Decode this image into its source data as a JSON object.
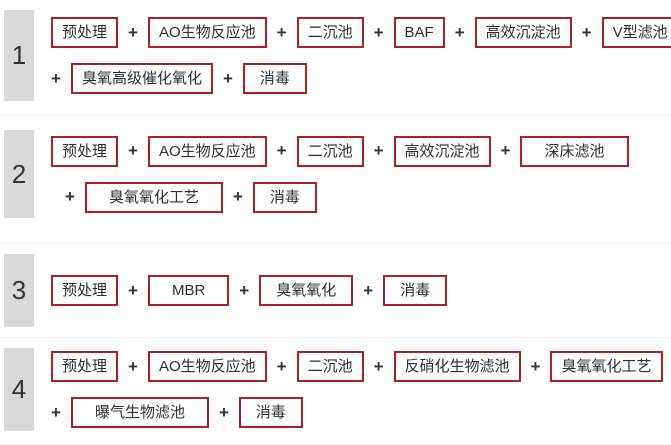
{
  "plus_sign": "+",
  "colors": {
    "box_border": "#b21e24",
    "number_block_bg": "#d9d9d9",
    "text": "#2e2e2e",
    "divider": "#f2efee",
    "background": "#ffffff"
  },
  "rows": [
    {
      "number": "1",
      "lines": [
        {
          "continuation": false,
          "indent": false,
          "steps": [
            {
              "label": "预处理",
              "pad": ""
            },
            {
              "label": "AO生物反应池",
              "pad": ""
            },
            {
              "label": "二沉池",
              "pad": ""
            },
            {
              "label": "BAF",
              "pad": ""
            },
            {
              "label": "高效沉淀池",
              "pad": ""
            },
            {
              "label": "V型滤池",
              "pad": ""
            }
          ]
        },
        {
          "continuation": true,
          "indent": false,
          "steps": [
            {
              "label": "臭氧高级催化氧化",
              "pad": ""
            },
            {
              "label": "消毒",
              "pad": "m"
            }
          ]
        }
      ]
    },
    {
      "number": "2",
      "lines": [
        {
          "continuation": false,
          "indent": false,
          "steps": [
            {
              "label": "预处理",
              "pad": ""
            },
            {
              "label": "AO生物反应池",
              "pad": ""
            },
            {
              "label": "二沉池",
              "pad": ""
            },
            {
              "label": "高效沉淀池",
              "pad": ""
            },
            {
              "label": "深床滤池",
              "pad": "l"
            }
          ]
        },
        {
          "continuation": true,
          "indent": true,
          "steps": [
            {
              "label": "臭氧氧化工艺",
              "pad": "l"
            },
            {
              "label": "消毒",
              "pad": "m"
            }
          ]
        }
      ]
    },
    {
      "number": "3",
      "lines": [
        {
          "continuation": false,
          "indent": false,
          "steps": [
            {
              "label": "预处理",
              "pad": ""
            },
            {
              "label": "MBR",
              "pad": "l"
            },
            {
              "label": "臭氧氧化",
              "pad": "m"
            },
            {
              "label": "消毒",
              "pad": "m"
            }
          ]
        }
      ]
    },
    {
      "number": "4",
      "lines": [
        {
          "continuation": false,
          "indent": false,
          "steps": [
            {
              "label": "预处理",
              "pad": ""
            },
            {
              "label": "AO生物反应池",
              "pad": ""
            },
            {
              "label": "二沉池",
              "pad": ""
            },
            {
              "label": "反硝化生物滤池",
              "pad": ""
            },
            {
              "label": "臭氧氧化工艺",
              "pad": ""
            }
          ]
        },
        {
          "continuation": true,
          "indent": false,
          "steps": [
            {
              "label": "曝气生物滤池",
              "pad": "l"
            },
            {
              "label": "消毒",
              "pad": "m"
            }
          ]
        }
      ]
    }
  ]
}
